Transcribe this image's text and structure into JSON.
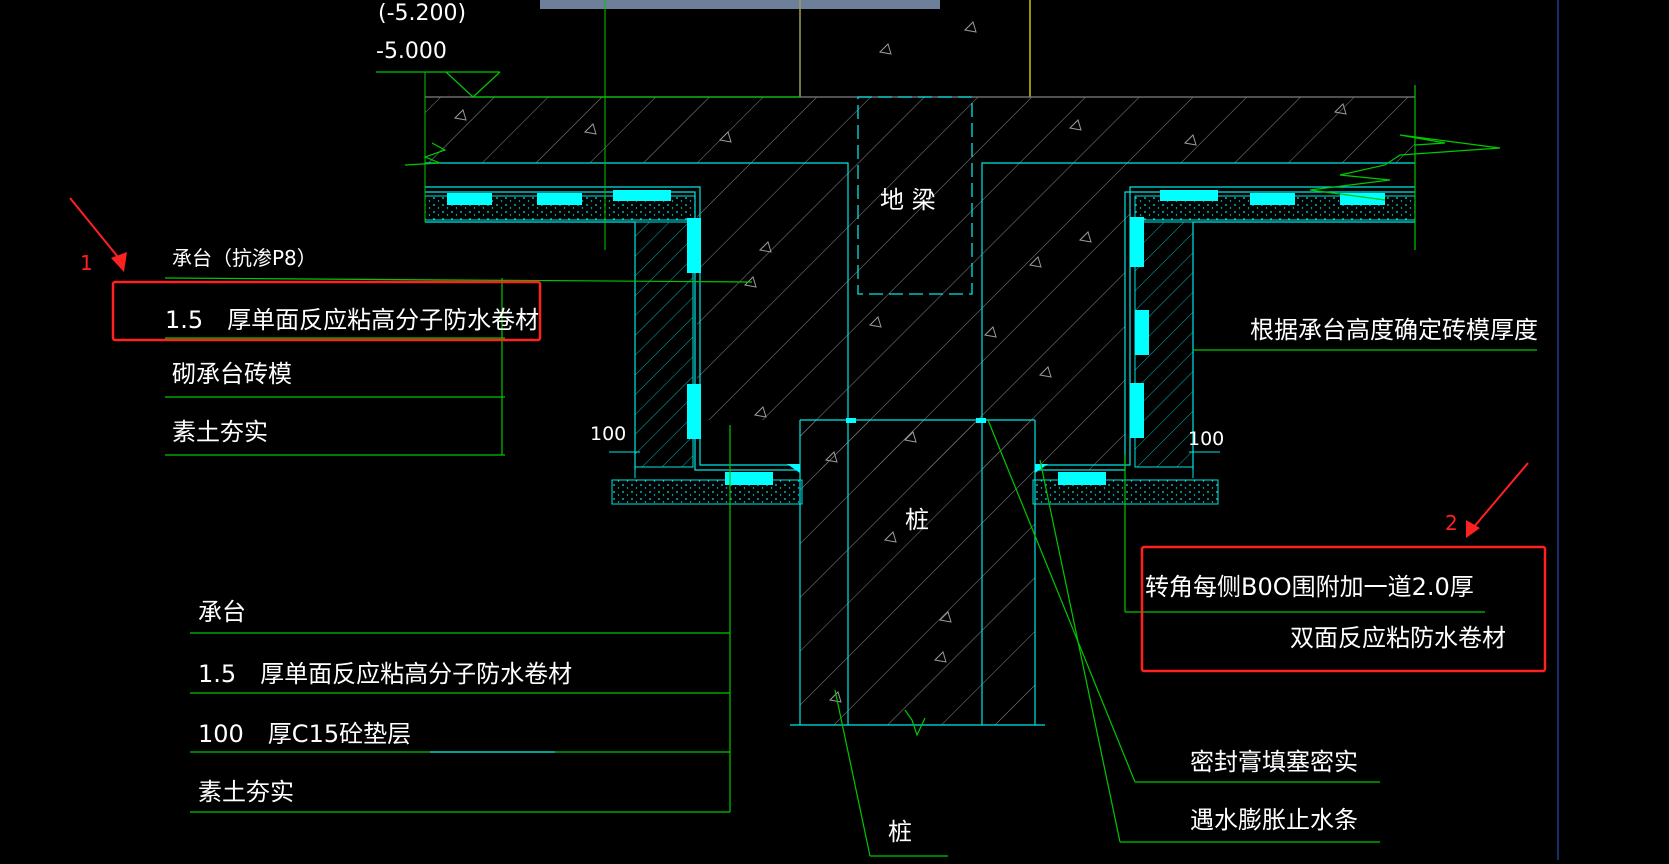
{
  "drawing": {
    "elevation_top": "(-5.200)",
    "elevation": "-5.000",
    "ground_beam": "地 梁",
    "pile_center": "桩",
    "pile_bottom": "桩",
    "left_labels": [
      "承台（抗渗P8）",
      "1.5　厚单面反应粘高分子防水卷材",
      "砌承台砖模",
      "素土夯实"
    ],
    "bottom_labels": [
      "承台",
      "1.5　厚单面反应粘高分子防水卷材",
      "100　厚C15砼垫层",
      "素土夯实"
    ],
    "right_label": "根据承台高度确定砖模厚度",
    "corner_note_line1": "转角每侧B0O围附加一道2.0厚",
    "corner_note_line2": "双面反应粘防水卷材",
    "seal_label": "密封膏填塞密实",
    "waterstop_label": "遇水膨胀止水条",
    "dim_left": "100",
    "dim_right": "100",
    "marker1": "1",
    "marker2": "2"
  },
  "colors": {
    "background": "#000000",
    "cyan": "#00e5e5",
    "green": "#00c800",
    "gray": "#7f7f7f",
    "red": "#ff2020"
  }
}
